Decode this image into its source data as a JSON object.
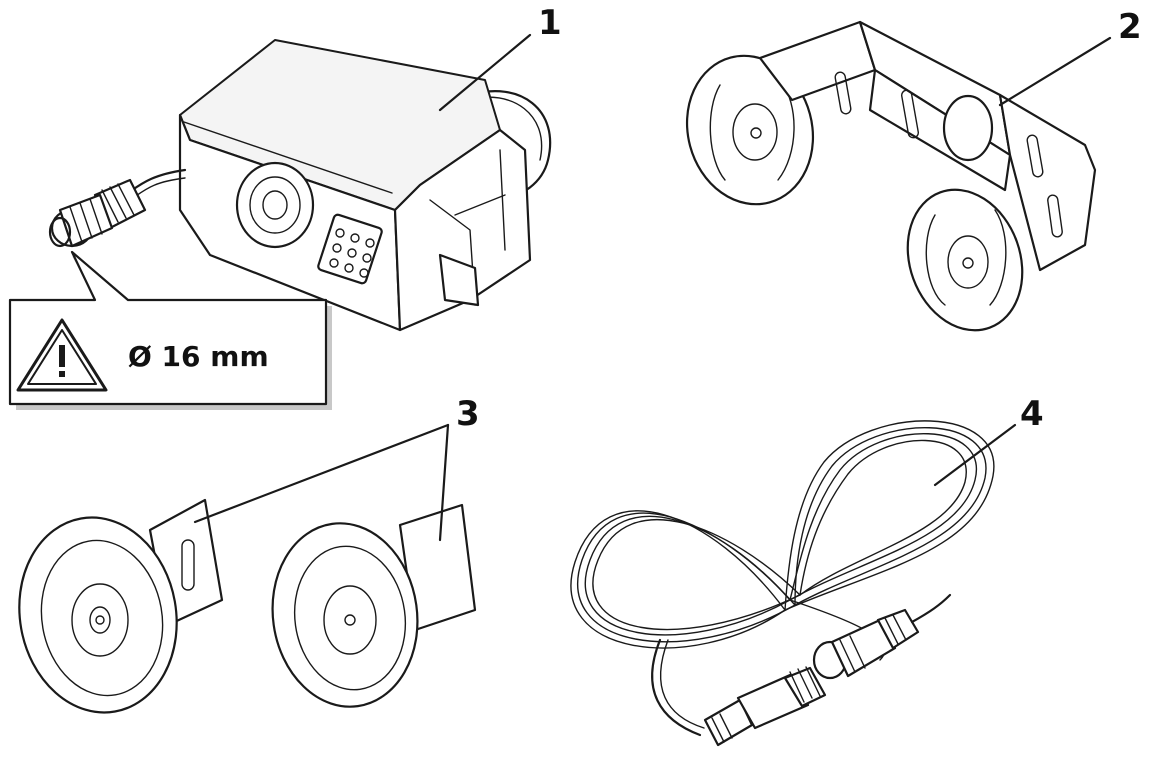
{
  "callouts": {
    "item1": "1",
    "item2": "2",
    "item3": "3",
    "item4": "4"
  },
  "warning": {
    "text": "Ø 16 mm",
    "icon": "warning-triangle-icon"
  },
  "colors": {
    "line": "#1a1a1a",
    "background": "#ffffff",
    "box_shadow": "#9a9a9a"
  }
}
